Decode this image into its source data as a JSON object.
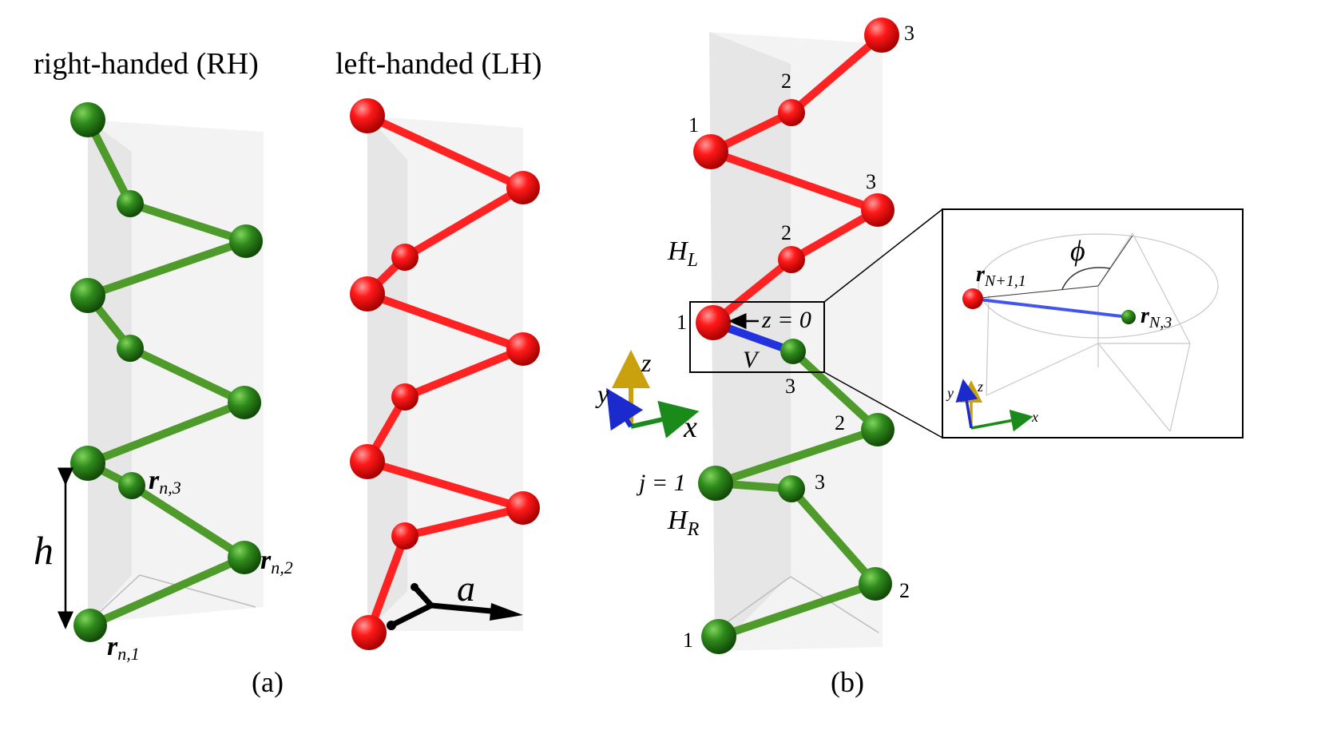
{
  "panel_a": {
    "label": "(a)",
    "rh_title": "right-handed (RH)",
    "lh_title": "left-handed (LH)",
    "h_label": "h",
    "r_symbol": "r",
    "r_n1_sub": "n,1",
    "r_n2_sub": "n,2",
    "r_n3_sub": "n,3",
    "a_label": "a"
  },
  "panel_b": {
    "label": "(b)",
    "site_labels": {
      "lh_top_3": "3",
      "lh_top_2": "2",
      "lh_top_1": "1",
      "lh_mid_3": "3",
      "lh_mid_2": "2",
      "lh_bot_1": "1",
      "rh_top_3": "3",
      "rh_top_2": "2",
      "rh_mid_3": "3",
      "rh_bot_2": "2",
      "rh_bot_1": "1"
    },
    "H_symbol": "H",
    "HL_sub": "L",
    "HR_sub": "R",
    "j_eq": "j = 1",
    "z0_label": "z = 0",
    "V_label": "V",
    "axes": {
      "x": "x",
      "y": "y",
      "z": "z"
    }
  },
  "inset": {
    "phi": "ϕ",
    "r_symbol": "r",
    "rN11_sub": "N+1,1",
    "rN3_sub": "N,3",
    "axes": {
      "x": "x",
      "y": "y",
      "z": "z"
    }
  },
  "colors": {
    "green": "#2e7d1a",
    "green_bond": "#4e9a2a",
    "red": "#ee1111",
    "red_bond": "#ff2222",
    "blue": "#2233dd",
    "prism": "#e6e6e6",
    "axis_z": "#c9a00e"
  }
}
